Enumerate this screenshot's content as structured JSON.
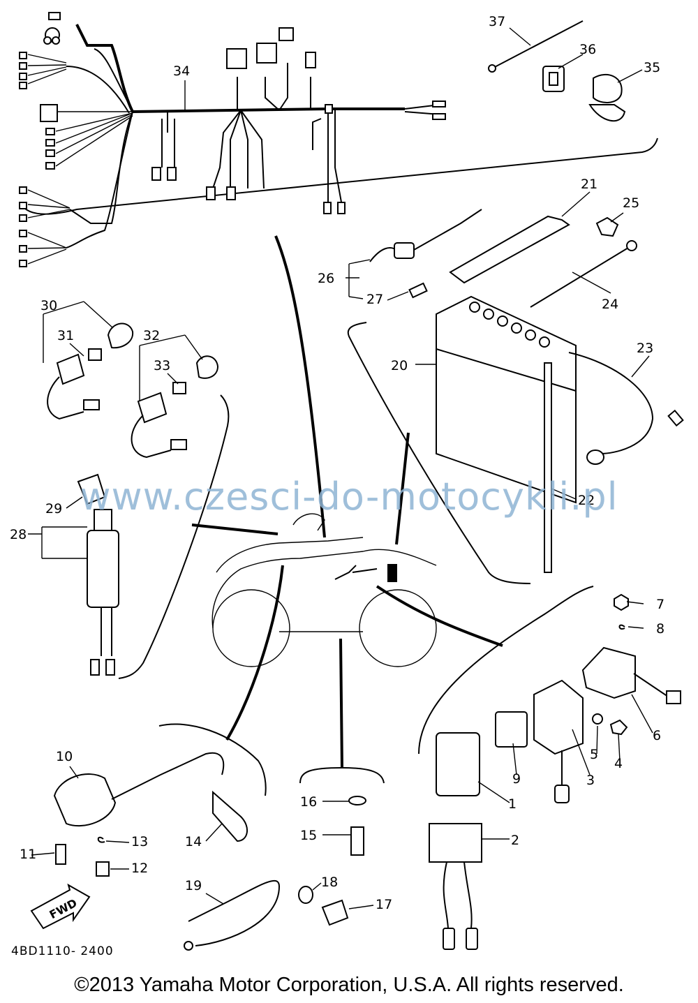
{
  "diagram": {
    "watermark": "www.czesci-do-motocykli.pl",
    "drawing_code": "4BD1110- 2400",
    "copyright": "©2013 Yamaha Motor Corporation, U.S.A. All rights reserved.",
    "fwd_label": "FWD",
    "callouts": [
      "1",
      "2",
      "3",
      "4",
      "5",
      "6",
      "7",
      "8",
      "9",
      "10",
      "11",
      "12",
      "13",
      "14",
      "15",
      "16",
      "17",
      "18",
      "19",
      "20",
      "21",
      "22",
      "23",
      "24",
      "25",
      "26",
      "27",
      "28",
      "29",
      "30",
      "31",
      "32",
      "33",
      "34",
      "35",
      "36",
      "37"
    ]
  }
}
